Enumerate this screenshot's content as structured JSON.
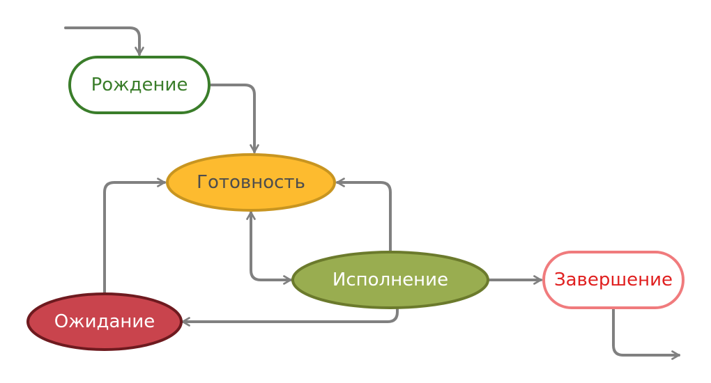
{
  "nodes": {
    "birth": {
      "label": "Рождение",
      "fill": "#ffffff",
      "stroke": "#3a7d2a",
      "text_color": "#3a7d2a"
    },
    "ready": {
      "label": "Готовность",
      "fill": "#fdbb2f",
      "stroke": "#c89520",
      "text_color": "#4d4d4d"
    },
    "running": {
      "label": "Исполнение",
      "fill": "#99ad50",
      "stroke": "#6b7a2c",
      "text_color": "#ffffff"
    },
    "waiting": {
      "label": "Ожидание",
      "fill": "#c9444d",
      "stroke": "#6e1a1f",
      "text_color": "#ffffff"
    },
    "terminate": {
      "label": "Завершение",
      "fill": "#ffffff",
      "stroke": "#f07b7d",
      "text_color": "#e02020"
    }
  },
  "arrow_color": "#808080"
}
